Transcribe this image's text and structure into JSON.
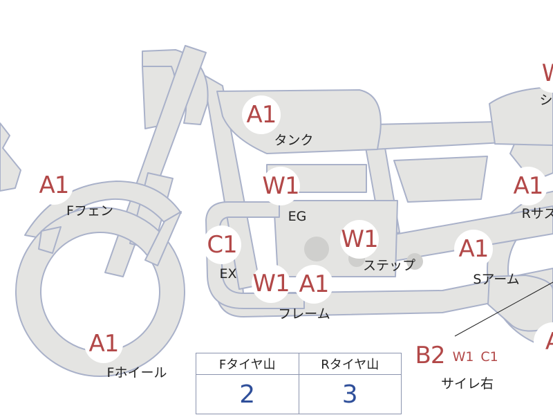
{
  "colors": {
    "body_fill": "#e4e4e2",
    "outline": "#a9b1c9",
    "rating_text": "#b24848",
    "value_text": "#2f4f9a"
  },
  "parts": [
    {
      "id": "f-fender",
      "rating": "A1",
      "label": "Fフェン"
    },
    {
      "id": "tank",
      "rating": "A1",
      "label": "タンク"
    },
    {
      "id": "eg",
      "rating": "W1",
      "label": "EG"
    },
    {
      "id": "step",
      "rating": "W1",
      "label": "ステップ"
    },
    {
      "id": "ex",
      "rating": "C1",
      "label": "EX"
    },
    {
      "id": "frame",
      "rating": "W1",
      "label": "フレーム"
    },
    {
      "id": "frame-2",
      "rating": "A1"
    },
    {
      "id": "s-arm",
      "rating": "A1",
      "label": "Sアーム"
    },
    {
      "id": "r-sus",
      "rating": "A1",
      "label": "Rサス"
    },
    {
      "id": "seat",
      "rating": "W",
      "label": "シ"
    },
    {
      "id": "f-wheel",
      "rating": "A1",
      "label": "Fホイール"
    },
    {
      "id": "r-wheel",
      "rating": "A"
    },
    {
      "id": "silencer-right",
      "rating": "B2",
      "label": "サイレ右"
    },
    {
      "id": "silencer-right-w",
      "rating": "W1"
    },
    {
      "id": "silencer-right-c",
      "rating": "C1"
    }
  ],
  "tire_table": {
    "headers": [
      "Fタイヤ山",
      "Rタイヤ山"
    ],
    "values": [
      "2",
      "3"
    ]
  }
}
